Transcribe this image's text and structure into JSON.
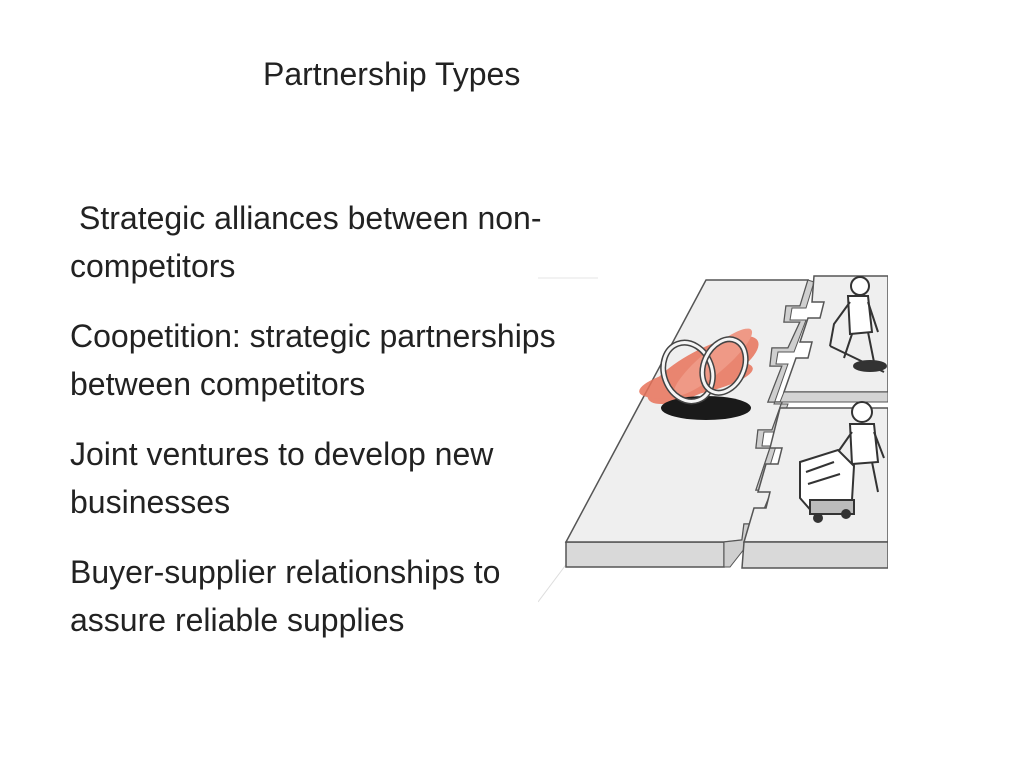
{
  "slide": {
    "title": "Partnership Types",
    "bullets": [
      "Strategic alliances between non-competitors",
      "Coopetition: strategic partnerships between competitors",
      "Joint ventures to develop new businesses",
      "Buyer-supplier relationships to assure reliable supplies"
    ]
  },
  "illustration": {
    "icon": "puzzle-partnership-illustration",
    "accent_color": "#e8735a"
  }
}
